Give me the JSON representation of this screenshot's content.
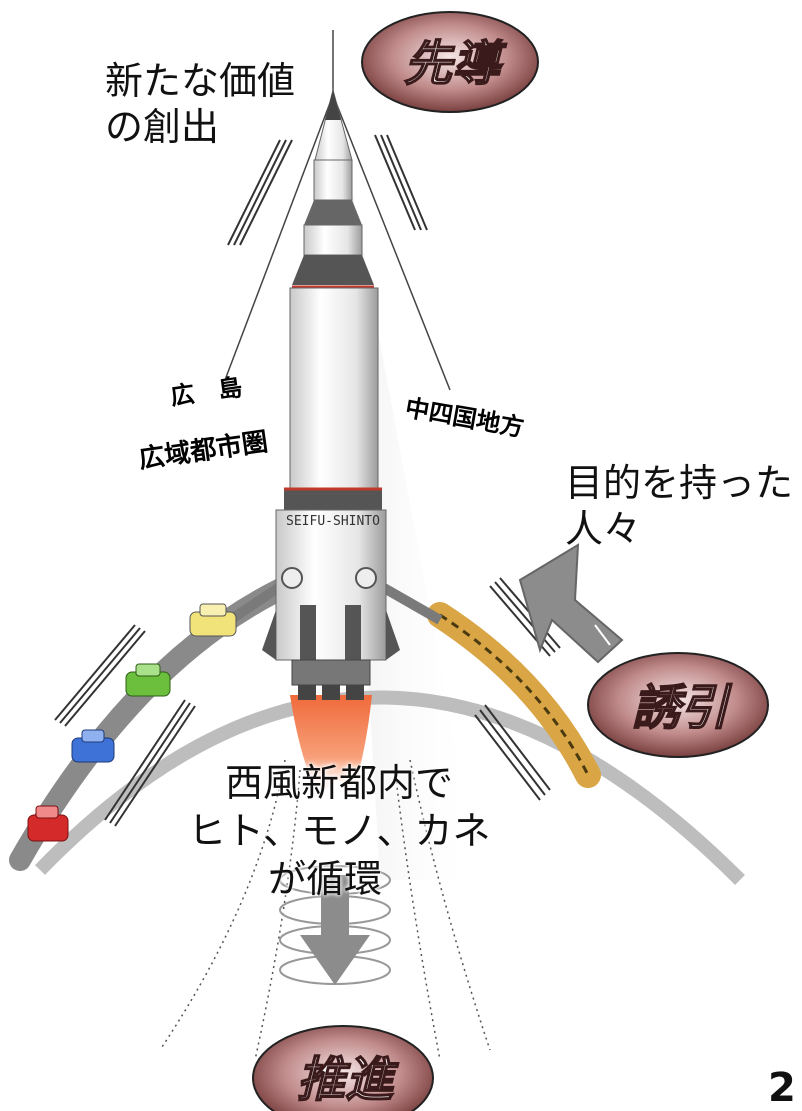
{
  "labels": {
    "top_left_line1": "新たな価値",
    "top_left_line2": "の創出",
    "right_line1": "目的を持った",
    "right_line2": "人々",
    "bottom_line1": "西風新都内で",
    "bottom_line2": "ヒト、モノ、カネ",
    "bottom_line3": "が循環",
    "rocket_band": "SEIFU-SHINTO",
    "left_small1": "広　島",
    "left_small2": "広域都市圏",
    "right_small": "中四国地方"
  },
  "badges": {
    "top": "先導",
    "right": "誘引",
    "bottom": "推進"
  },
  "page_number": "2",
  "colors": {
    "badge_fill_outer": "#7a3a3a",
    "badge_fill_inner": "#f2dede",
    "flame": "#f06a3a",
    "road": "#8a8a8a",
    "arrow": "#8c8c8c",
    "train": "#d9a545",
    "rocket_red": "#c0392b"
  },
  "icons": {
    "rocket": "rocket-icon",
    "car": "car-icon",
    "train": "train-icon",
    "arrow": "arrow-icon"
  }
}
